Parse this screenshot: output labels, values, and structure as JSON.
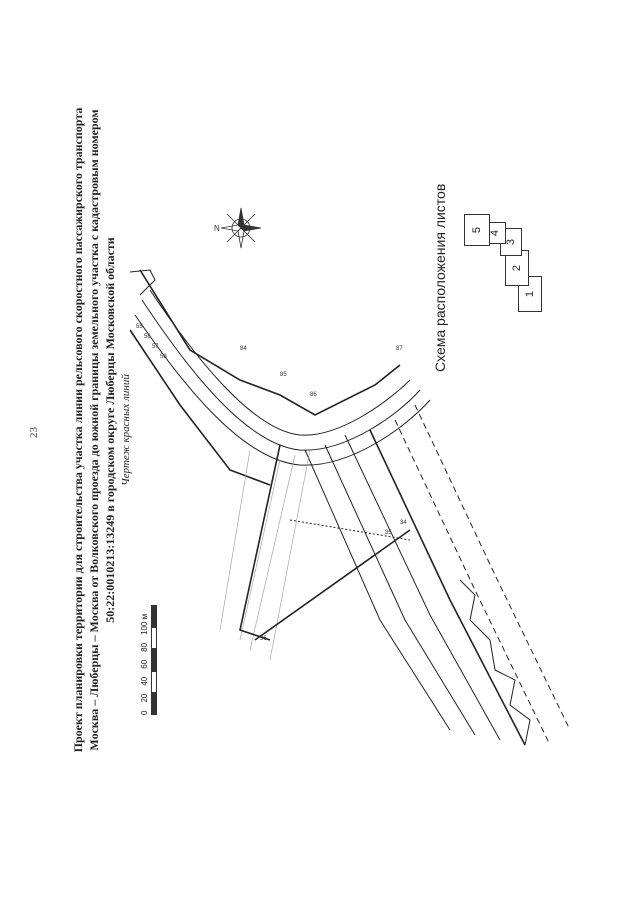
{
  "page_number": "23",
  "title": {
    "line1": "Проект планировки территории для строительства участка линии рельсового скоростного пассажирского транспорта",
    "line2": "Москва – Люберцы – Москва от Волковского проезда до южной границы земельного участка с кадастровым номером",
    "line3": "50:22:0010213:13249 в городском округе Люберцы Московской области",
    "subtitle": "Чертеж красных линий"
  },
  "scale": {
    "labels": [
      "0",
      "20",
      "40",
      "60",
      "80",
      "100 м"
    ]
  },
  "compass": {
    "north_label": "N",
    "icon": "compass-rose-icon"
  },
  "point_labels": [
    "55",
    "56",
    "57",
    "58",
    "84",
    "85",
    "86",
    "87",
    "34",
    "35",
    "36"
  ],
  "scheme": {
    "title": "Схема расположения листов",
    "sheets": [
      "1",
      "2",
      "3",
      "4",
      "5"
    ]
  }
}
